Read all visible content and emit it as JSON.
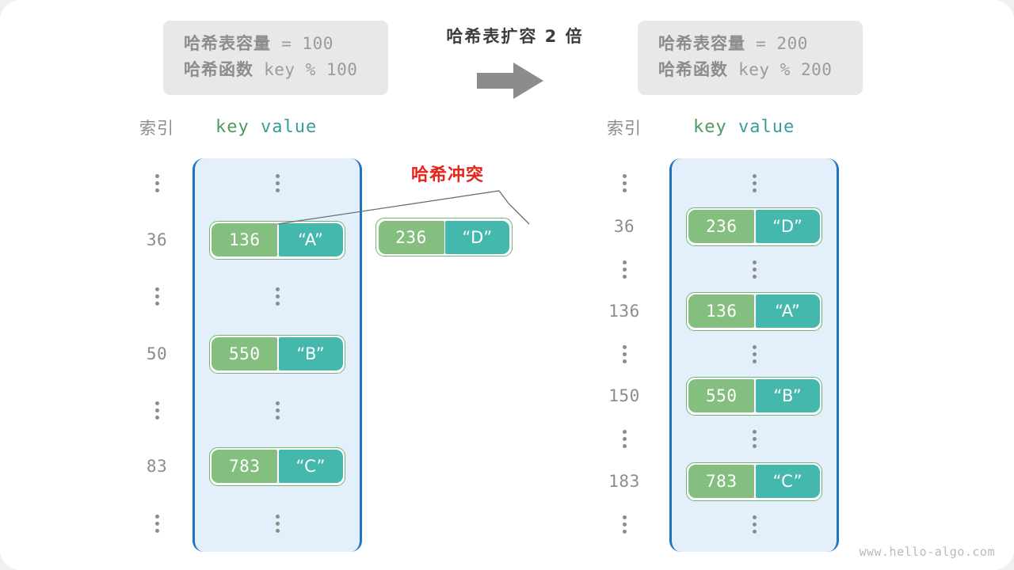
{
  "title": "哈希表扩容 2 倍",
  "watermark": "www.hello-algo.com",
  "colors": {
    "key_fill": "#85bf7f",
    "value_fill": "#45b8ae",
    "bucket_fill": "#e3effa",
    "bucket_border": "#1f72c4",
    "collision_red": "#e8231c",
    "index_gray": "#8c8c8c",
    "info_box_bg": "#e8e8e8",
    "arrow_gray": "#8c8c8c"
  },
  "arrow_icon": "right-arrow-icon",
  "collision_label": "哈希冲突",
  "info_left": {
    "capacity_label": "哈希表容量",
    "capacity_expr": " = 100",
    "function_label": "哈希函数",
    "function_expr": " key % 100"
  },
  "info_right": {
    "capacity_label": "哈希表容量",
    "capacity_expr": " = 200",
    "function_label": "哈希函数",
    "function_expr": " key % 200"
  },
  "headers": {
    "index": "索引",
    "key": "key",
    "value": "value",
    "key_value": "key value"
  },
  "left_table": {
    "rows": [
      {
        "index": "⋮",
        "type": "dots"
      },
      {
        "index": "36",
        "type": "pair",
        "key": "136",
        "value": "“A”"
      },
      {
        "index": "⋮",
        "type": "dots"
      },
      {
        "index": "50",
        "type": "pair",
        "key": "550",
        "value": "“B”"
      },
      {
        "index": "⋮",
        "type": "dots"
      },
      {
        "index": "83",
        "type": "pair",
        "key": "783",
        "value": "“C”"
      },
      {
        "index": "⋮",
        "type": "dots"
      }
    ]
  },
  "collision_pair": {
    "key": "236",
    "value": "“D”"
  },
  "right_table": {
    "rows": [
      {
        "index": "⋮",
        "type": "dots"
      },
      {
        "index": "36",
        "type": "pair",
        "key": "236",
        "value": "“D”"
      },
      {
        "index": "⋮",
        "type": "dots"
      },
      {
        "index": "136",
        "type": "pair",
        "key": "136",
        "value": "“A”"
      },
      {
        "index": "⋮",
        "type": "dots"
      },
      {
        "index": "150",
        "type": "pair",
        "key": "550",
        "value": "“B”"
      },
      {
        "index": "⋮",
        "type": "dots"
      },
      {
        "index": "183",
        "type": "pair",
        "key": "783",
        "value": "“C”"
      },
      {
        "index": "⋮",
        "type": "dots"
      }
    ]
  }
}
